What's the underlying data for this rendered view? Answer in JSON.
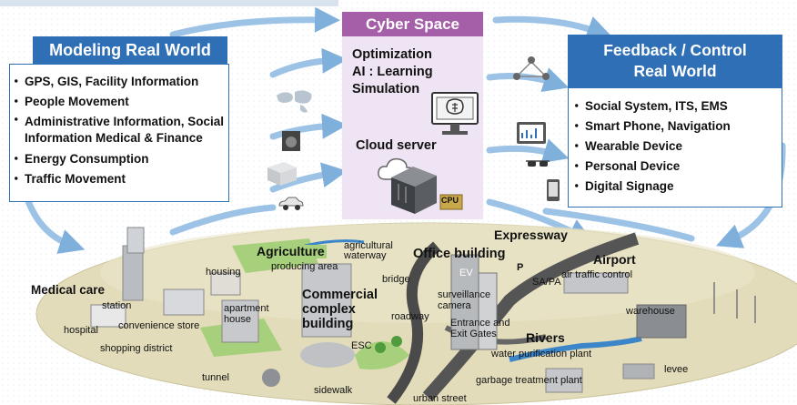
{
  "cyber": {
    "title": "Cyber Space",
    "items": [
      "Optimization",
      "AI : Learning",
      "Simulation"
    ],
    "cloud": "Cloud server",
    "cpu": "CPU"
  },
  "left_panel": {
    "title": "Modeling Real World",
    "items": [
      "GPS, GIS,  Facility Information",
      "People Movement",
      "Administrative Information, Social Information Medical & Finance",
      "Energy Consumption",
      "Traffic Movement"
    ]
  },
  "right_panel": {
    "title_line1": "Feedback / Control",
    "title_line2": "Real World",
    "items": [
      "Social System, ITS, EMS",
      "Smart Phone,  Navigation",
      "Wearable Device",
      "Personal Device",
      "Digital Signage"
    ]
  },
  "city": {
    "medical_care": "Medical care",
    "hospital": "hospital",
    "station": "station",
    "convenience_store": "convenience store",
    "shopping_district": "shopping district",
    "housing": "housing",
    "apartment_house": "apartment house",
    "tunnel": "tunnel",
    "agriculture": "Agriculture",
    "agricultural_waterway": "agricultural waterway",
    "producing_area": "producing area",
    "commercial_complex": "Commercial complex building",
    "esc": "ESC",
    "sidewalk": "sidewalk",
    "urban_street": "urban street",
    "bridge": "bridge",
    "roadway": "roadway",
    "office_building": "Office building",
    "ev": "EV",
    "surveillance_camera": "surveillance camera",
    "entrance_exit": "Entrance and Exit Gates",
    "expressway": "Expressway",
    "p": "P",
    "sa_pa": "SA/PA",
    "airport": "Airport",
    "air_traffic_control": "air traffic control",
    "warehouse": "warehouse",
    "rivers": "Rivers",
    "water_purification": "water purification plant",
    "garbage_treatment": "garbage treatment plant",
    "levee": "levee"
  },
  "colors": {
    "blue": "#2f6fb5",
    "purple": "#a55ea8",
    "purple_bg": "#efe4f3",
    "arrow": "#9cc3e6",
    "ground": "#e2dcba",
    "green": "#a7d07c"
  },
  "icons": [
    "globe-icon",
    "speaker-icon",
    "storage-box-icon",
    "car-icon",
    "network-people-icon",
    "tablet-chart-icon",
    "glasses-icon",
    "smartphone-icon",
    "ai-monitor-icon",
    "cloud-icon",
    "server-rack-icon",
    "cpu-chip-icon"
  ]
}
